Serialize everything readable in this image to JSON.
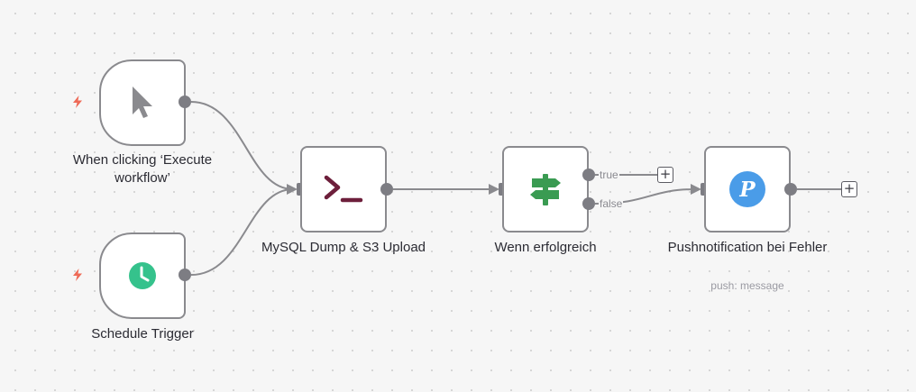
{
  "colors": {
    "edge": "#8a8a8e",
    "trigger_flag": "#ee6a57",
    "terminal_icon": "#6d1f3b",
    "if_icon": "#3a9b52",
    "schedule_icon": "#35c28c",
    "pushover_icon": "#4a9ce8"
  },
  "nodes": {
    "manual_trigger": {
      "label": "When clicking ‘Execute workflow’",
      "icon": "cursor-pointer-icon"
    },
    "schedule_trigger": {
      "label": "Schedule Trigger",
      "icon": "clock-icon"
    },
    "mysql_dump": {
      "label": "MySQL Dump & S3 Upload",
      "icon": "terminal-icon"
    },
    "if_success": {
      "label": "Wenn erfolgreich",
      "icon": "signpost-icon",
      "outputs": [
        "true",
        "false"
      ]
    },
    "pushover": {
      "label": "Pushnotification bei Fehler",
      "subtitle": "push: message",
      "icon": "pushover-icon",
      "icon_letter": "P"
    }
  },
  "add_button_glyph": "+"
}
